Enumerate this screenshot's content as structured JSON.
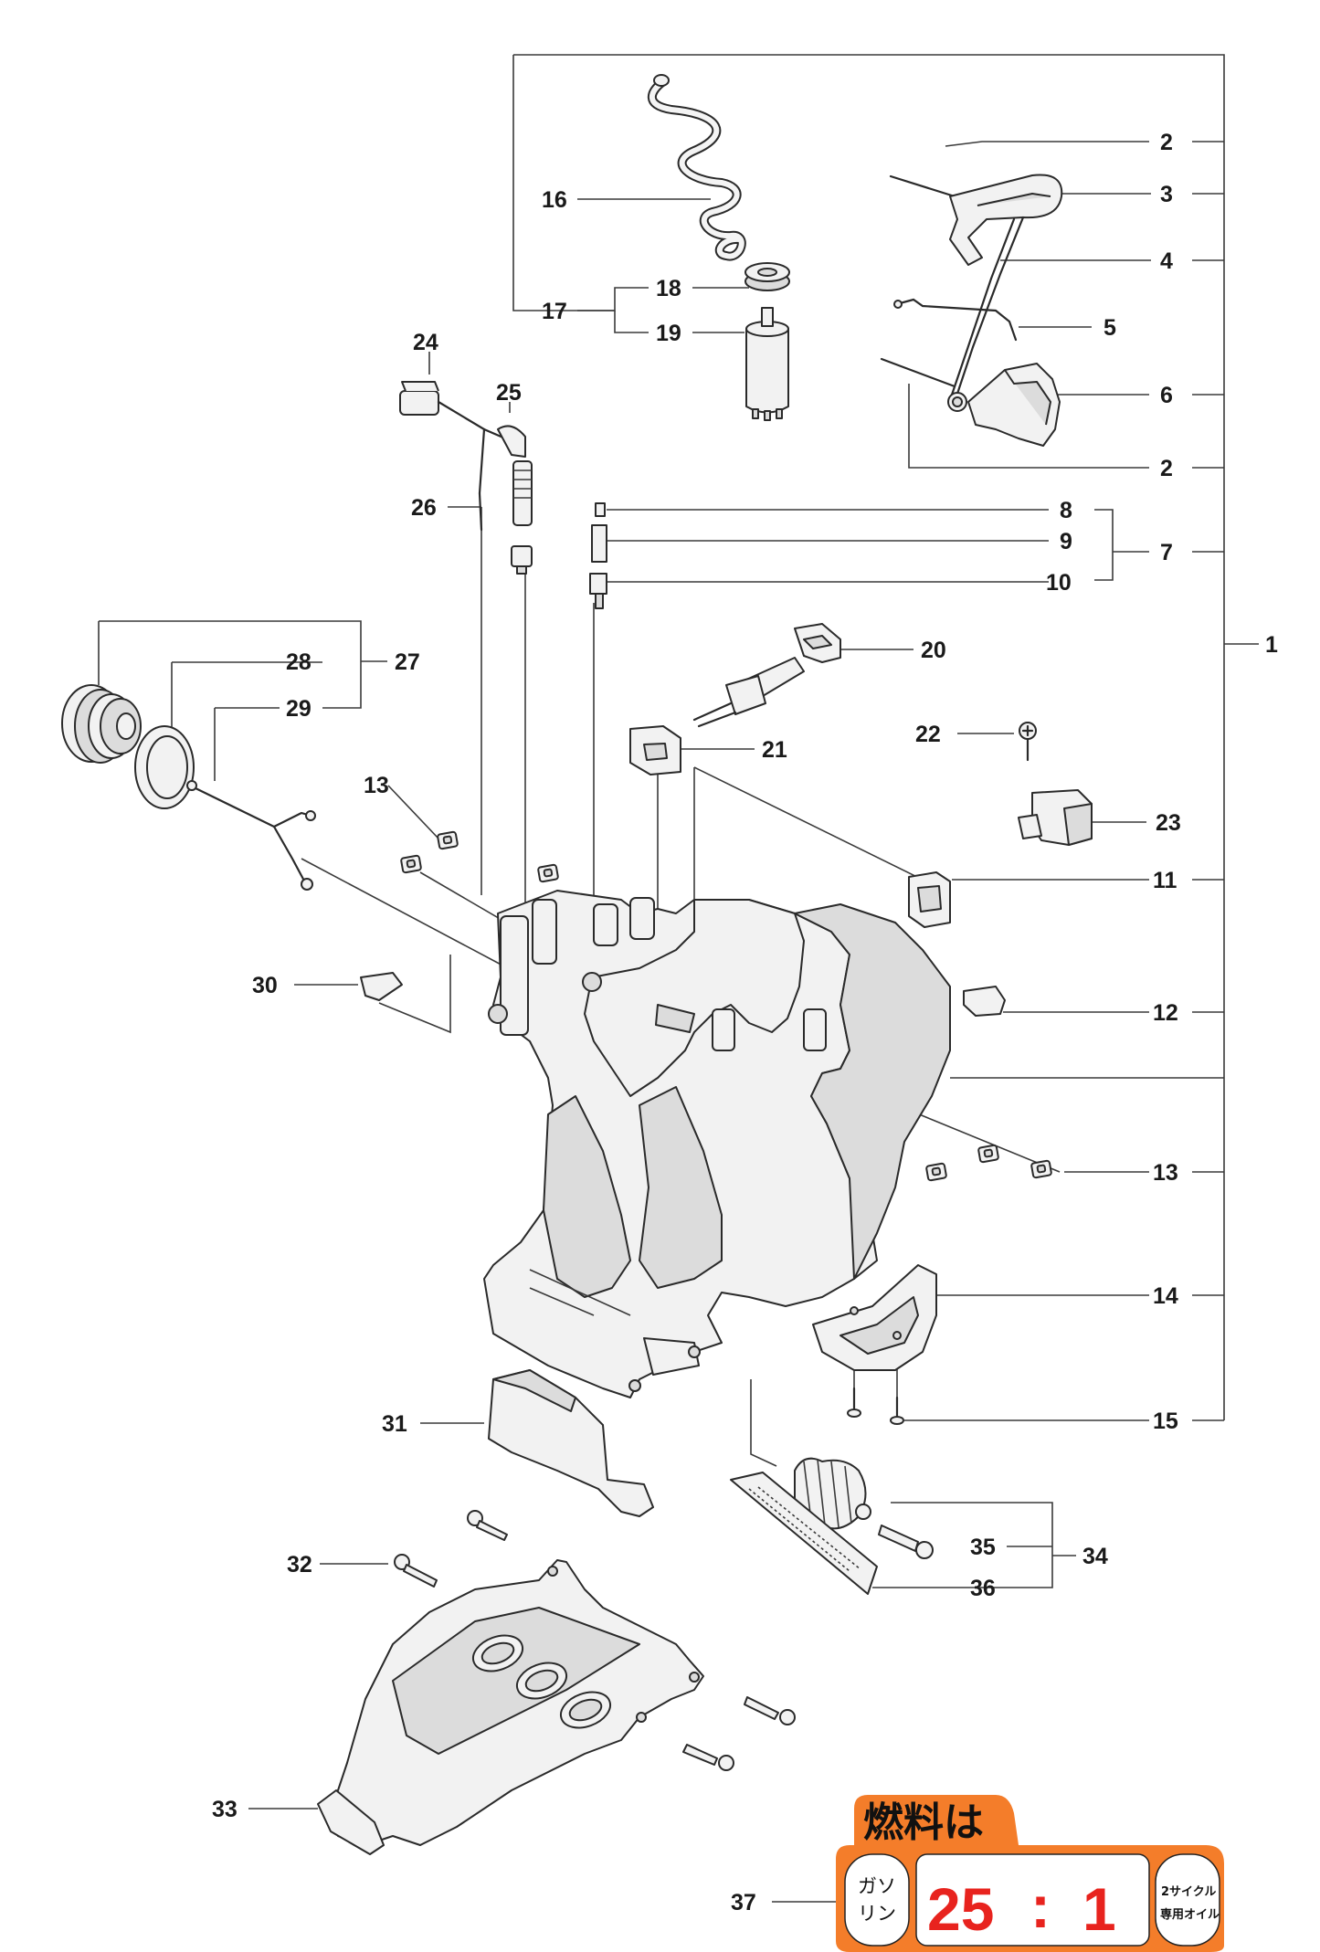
{
  "callouts": [
    {
      "id": "c1",
      "text": "1"
    },
    {
      "id": "c2a",
      "text": "2"
    },
    {
      "id": "c2b",
      "text": "2"
    },
    {
      "id": "c3",
      "text": "3"
    },
    {
      "id": "c4",
      "text": "4"
    },
    {
      "id": "c5",
      "text": "5"
    },
    {
      "id": "c6",
      "text": "6"
    },
    {
      "id": "c7",
      "text": "7"
    },
    {
      "id": "c8",
      "text": "8"
    },
    {
      "id": "c9",
      "text": "9"
    },
    {
      "id": "c10",
      "text": "10"
    },
    {
      "id": "c11",
      "text": "11"
    },
    {
      "id": "c12",
      "text": "12"
    },
    {
      "id": "c13a",
      "text": "13"
    },
    {
      "id": "c13b",
      "text": "13"
    },
    {
      "id": "c14",
      "text": "14"
    },
    {
      "id": "c15",
      "text": "15"
    },
    {
      "id": "c16",
      "text": "16"
    },
    {
      "id": "c17",
      "text": "17"
    },
    {
      "id": "c18",
      "text": "18"
    },
    {
      "id": "c19",
      "text": "19"
    },
    {
      "id": "c20",
      "text": "20"
    },
    {
      "id": "c21",
      "text": "21"
    },
    {
      "id": "c22",
      "text": "22"
    },
    {
      "id": "c23",
      "text": "23"
    },
    {
      "id": "c24",
      "text": "24"
    },
    {
      "id": "c25",
      "text": "25"
    },
    {
      "id": "c26",
      "text": "26"
    },
    {
      "id": "c27",
      "text": "27"
    },
    {
      "id": "c28",
      "text": "28"
    },
    {
      "id": "c29",
      "text": "29"
    },
    {
      "id": "c30",
      "text": "30"
    },
    {
      "id": "c31",
      "text": "31"
    },
    {
      "id": "c32",
      "text": "32"
    },
    {
      "id": "c33",
      "text": "33"
    },
    {
      "id": "c34",
      "text": "34"
    },
    {
      "id": "c35",
      "text": "35"
    },
    {
      "id": "c36",
      "text": "36"
    },
    {
      "id": "c37",
      "text": "37"
    }
  ],
  "sticker": {
    "title": "燃料は",
    "left_top": "ガソ",
    "left_bottom": "リン",
    "ratio_left": "25",
    "ratio_sep": ":",
    "ratio_right": "1",
    "right_top": "2サイクル",
    "right_bottom": "専用オイル",
    "colors": {
      "background": "#f47d2a",
      "panel": "#ffffff",
      "ratio": "#e8231e"
    }
  }
}
